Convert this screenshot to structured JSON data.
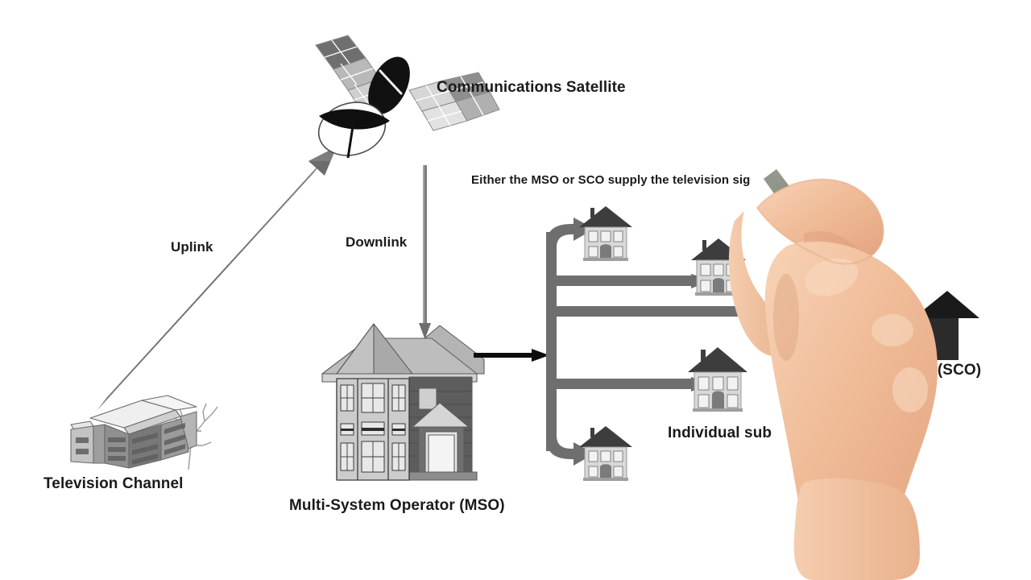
{
  "scene": {
    "title": "Satellite television distribution whiteboard diagram",
    "background_color": "#ffffff",
    "ink_color": "#1a1a1a",
    "arrow_gray": "#6e6e6e",
    "arrow_black": "#0d0d0d"
  },
  "labels": {
    "satellite": "Communications Satellite",
    "uplink": "Uplink",
    "downlink": "Downlink",
    "television_channel": "Television Channel",
    "mso": "Multi-System Operator (MSO)",
    "caption": "Either the MSO or SCO supply the television sig",
    "subscribers": "Individual sub",
    "sco": "r (SCO)"
  },
  "nodes": [
    {
      "id": "television-channel",
      "kind": "office-building",
      "label": "Television Channel"
    },
    {
      "id": "communications-satellite",
      "kind": "satellite",
      "label": "Communications Satellite"
    },
    {
      "id": "mso-building",
      "kind": "victorian-building",
      "label": "Multi-System Operator (MSO)"
    },
    {
      "id": "house-top",
      "kind": "house",
      "label": ""
    },
    {
      "id": "house-upper-right",
      "kind": "house",
      "label": ""
    },
    {
      "id": "house-lower-right",
      "kind": "house",
      "label": "Individual sub"
    },
    {
      "id": "house-bottom",
      "kind": "house",
      "label": ""
    }
  ],
  "connectors": [
    {
      "id": "uplink-arrow",
      "from": "television-channel",
      "to": "communications-satellite",
      "label": "Uplink",
      "style": "thick-gray-diagonal"
    },
    {
      "id": "downlink-arrow",
      "from": "communications-satellite",
      "to": "mso-building",
      "label": "Downlink",
      "style": "thin-gray-vertical"
    },
    {
      "id": "mso-feed-arrow",
      "from": "mso-building",
      "to": "distribution-trunk",
      "label": "",
      "style": "thin-black-horizontal"
    },
    {
      "id": "trunk-branch-top",
      "from": "distribution-trunk",
      "to": "house-top",
      "label": "",
      "style": "thick-gray-elbow"
    },
    {
      "id": "trunk-branch-upper",
      "from": "distribution-trunk",
      "to": "house-upper-right",
      "label": "",
      "style": "thick-gray-horizontal"
    },
    {
      "id": "trunk-branch-middle",
      "from": "distribution-trunk",
      "to": "sco-node",
      "label": "",
      "style": "thick-gray-horizontal"
    },
    {
      "id": "trunk-branch-lower",
      "from": "distribution-trunk",
      "to": "house-lower-right",
      "label": "",
      "style": "thick-gray-horizontal"
    },
    {
      "id": "trunk-branch-bottom",
      "from": "distribution-trunk",
      "to": "house-bottom",
      "label": "",
      "style": "thick-gray-elbow"
    }
  ],
  "hand": {
    "present": true,
    "side": "right",
    "tool": "marker-pen",
    "pen_body_color": "#7e8278",
    "pen_tip_color": "#141414",
    "skin_color": "#f2c2a0",
    "drawing_target": "caption"
  }
}
